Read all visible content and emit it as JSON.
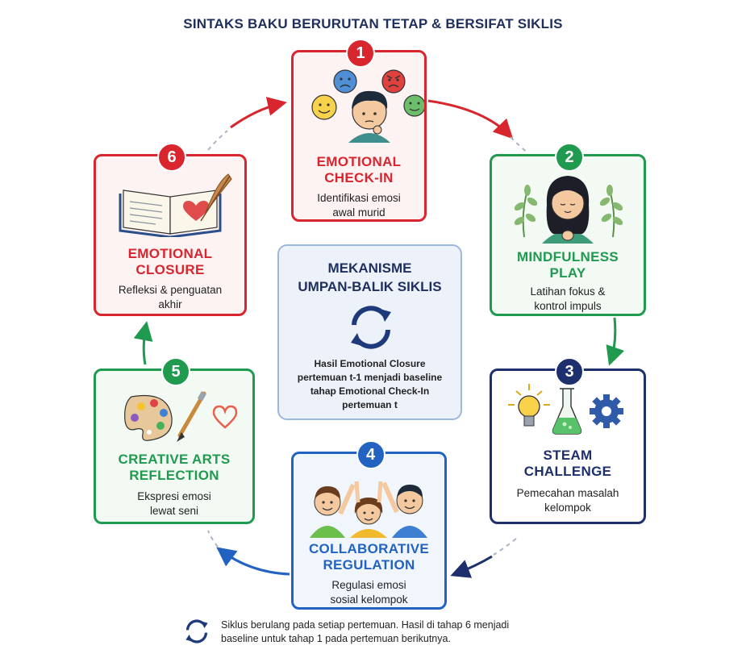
{
  "title": "SINTAKS BAKU BERURUTAN TETAP & BERSIFAT SIKLIS",
  "steps": [
    {
      "number": "1",
      "title_line1": "EMOTIONAL",
      "title_line2": "CHECK-IN",
      "desc_line1": "Identifikasi emosi",
      "desc_line2": "awal murid",
      "color": "#d8252e",
      "icon": "child-with-emotion-faces-icon"
    },
    {
      "number": "2",
      "title_line1": "MINDFULNESS",
      "title_line2": "PLAY",
      "desc_line1": "Latihan fokus &",
      "desc_line2": "kontrol impuls",
      "color": "#1f9a4f",
      "icon": "meditating-girl-icon"
    },
    {
      "number": "3",
      "title_line1": "STEAM",
      "title_line2": "CHALLENGE",
      "desc_line1": "Pemecahan masalah",
      "desc_line2": "kelompok",
      "color": "#1e2f6e",
      "icon": "lightbulb-flask-gear-icon"
    },
    {
      "number": "4",
      "title_line1": "COLLABORATIVE",
      "title_line2": "REGULATION",
      "desc_line1": "Regulasi emosi",
      "desc_line2": "sosial kelompok",
      "color": "#2263c2",
      "icon": "children-high-five-icon"
    },
    {
      "number": "5",
      "title_line1": "CREATIVE ARTS",
      "title_line2": "REFLECTION",
      "desc_line1": "Ekspresi emosi",
      "desc_line2": "lewat seni",
      "color": "#1f9a4f",
      "icon": "palette-brush-heart-icon"
    },
    {
      "number": "6",
      "title_line1": "EMOTIONAL",
      "title_line2": "CLOSURE",
      "desc_line1": "Refleksi & penguatan",
      "desc_line2": "akhir",
      "color": "#d8252e",
      "icon": "open-book-quill-icon"
    }
  ],
  "center": {
    "title_line1": "MEKANISME",
    "title_line2": "UMPAN-BALIK SIKLIS",
    "desc_line1": "Hasil Emotional Closure",
    "desc_line2": "pertemuan t-1 menjadi baseline",
    "desc_line3": "tahap Emotional Check-In",
    "desc_line4": "pertemuan t",
    "icon": "cycle-arrows-icon"
  },
  "footer": {
    "line1": "Siklus berulang pada setiap pertemuan. Hasil di tahap 6 menjadi",
    "line2": "baseline untuk tahap 1 pada pertemuan berikutnya.",
    "icon": "cycle-arrows-icon"
  }
}
